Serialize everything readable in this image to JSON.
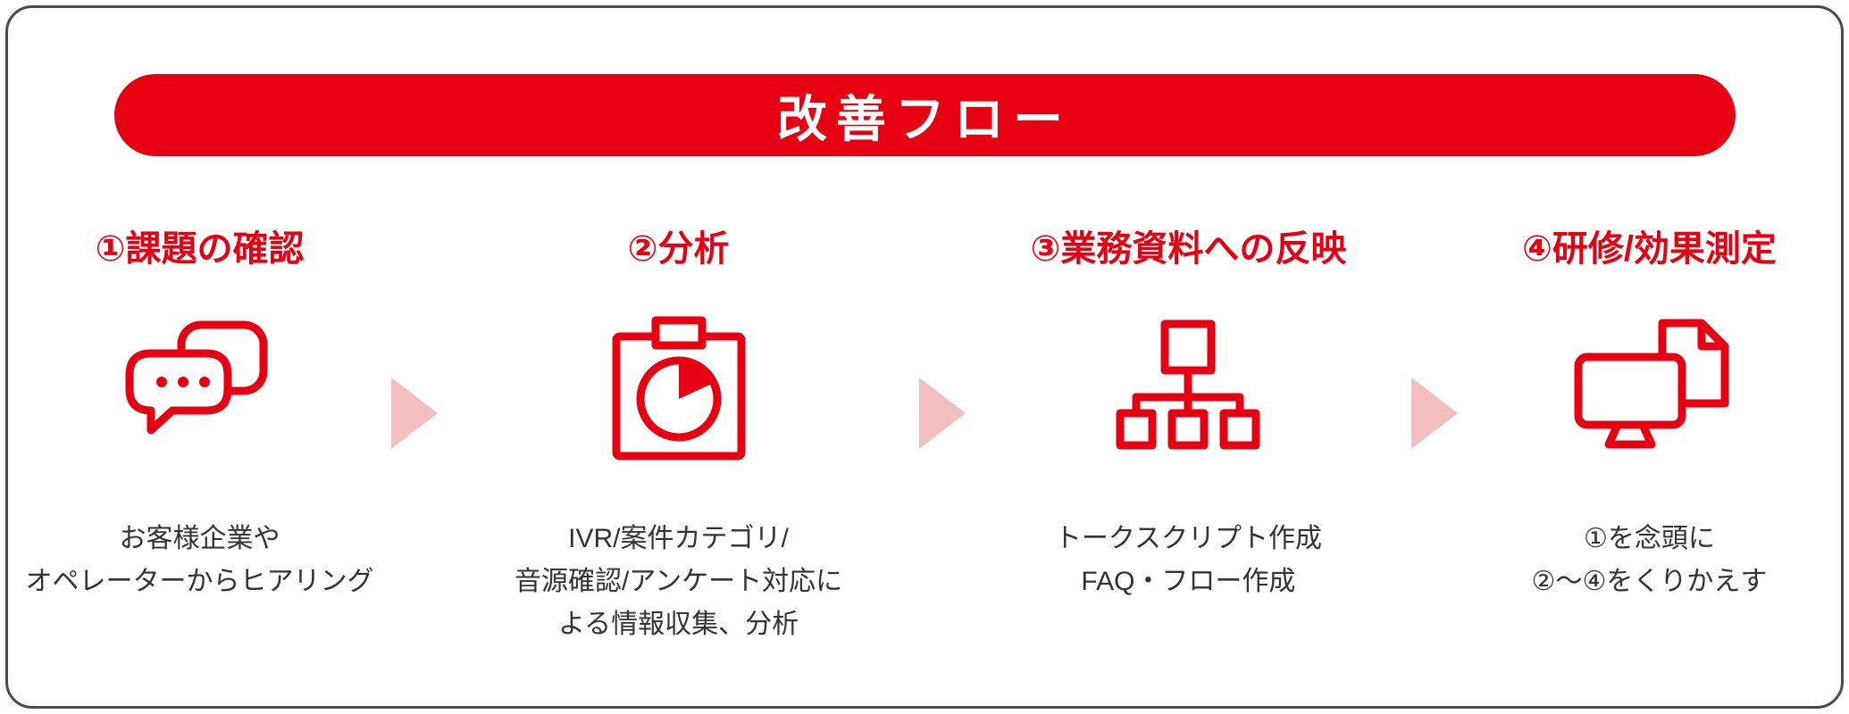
{
  "title": "改善フロー",
  "colors": {
    "accent_red": "#e60012",
    "arrow_pink": "#f5bfbf",
    "text_dark": "#333333",
    "border_gray": "#4b4b4b"
  },
  "steps": [
    {
      "heading": "①課題の確認",
      "icon": "speech-bubbles-icon",
      "description": "お客様企業や\nオペレーターからヒアリング"
    },
    {
      "heading": "②分析",
      "icon": "clipboard-pie-chart-icon",
      "description": "IVR/案件カテゴリ/\n音源確認/アンケート対応に\nよる情報収集、分析"
    },
    {
      "heading": "③業務資料への反映",
      "icon": "sitemap-icon",
      "description": "トークスクリプト作成\nFAQ・フロー作成"
    },
    {
      "heading": "④研修/効果測定",
      "icon": "monitor-document-icon",
      "description": "①を念頭に\n②〜④をくりかえす"
    }
  ]
}
